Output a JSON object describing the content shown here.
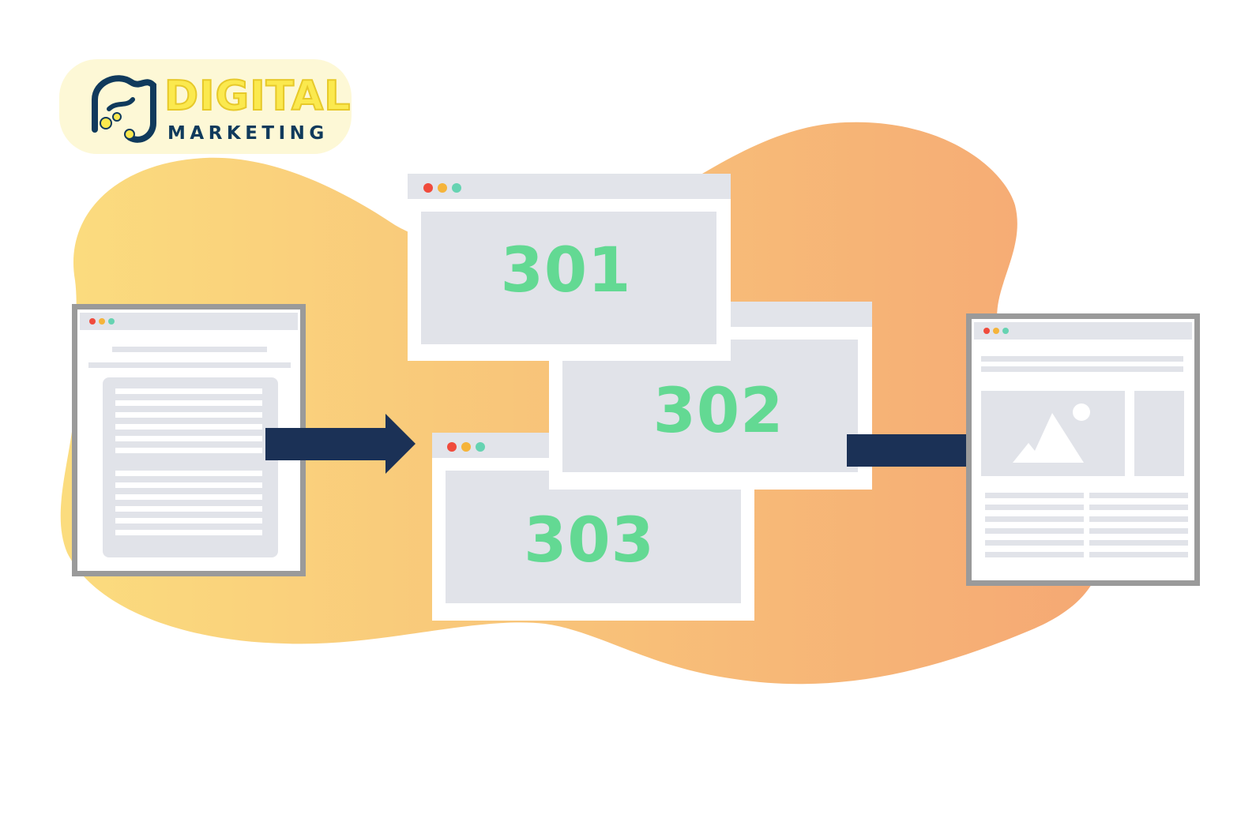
{
  "logo": {
    "word1": "DIGITAL",
    "word2": "MARKETING"
  },
  "redirects": {
    "codes": [
      "301",
      "302",
      "303"
    ]
  },
  "colors": {
    "arrow": "#1b3156",
    "code_text": "#63d993",
    "blob_start": "#fbdc7e",
    "blob_end": "#f5a874",
    "window_frame": "#9a9a9a"
  },
  "icons": [
    "arrow-right-icon",
    "image-placeholder-icon",
    "window-dots-icon"
  ]
}
